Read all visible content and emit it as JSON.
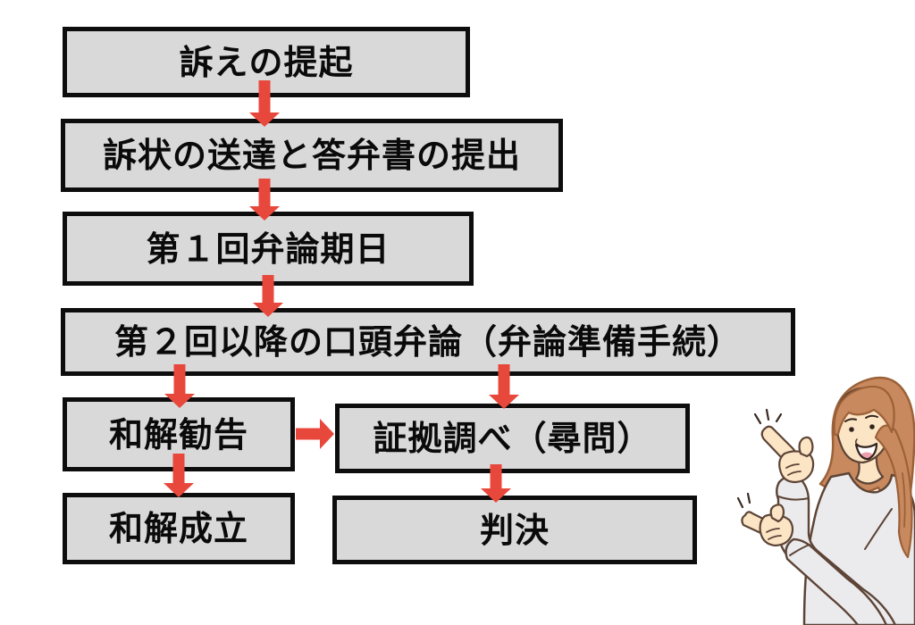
{
  "flowchart": {
    "boxes": [
      {
        "id": "filing",
        "label": "訴えの提起"
      },
      {
        "id": "service-and-answer",
        "label": "訴状の送達と答弁書の提出"
      },
      {
        "id": "first-hearing",
        "label": "第１回弁論期日"
      },
      {
        "id": "later-oral-arguments",
        "label": "第２回以降の口頭弁論（弁論準備手続）"
      },
      {
        "id": "settlement-recommendation",
        "label": "和解勧告"
      },
      {
        "id": "evidence-examination",
        "label": "証拠調べ（尋問）"
      },
      {
        "id": "settlement-reached",
        "label": "和解成立"
      },
      {
        "id": "judgment",
        "label": "判決"
      }
    ],
    "edges": [
      {
        "from": 0,
        "to": 1,
        "direction": "down"
      },
      {
        "from": 1,
        "to": 2,
        "direction": "down"
      },
      {
        "from": 2,
        "to": 3,
        "direction": "down"
      },
      {
        "from": 3,
        "to": 4,
        "direction": "down"
      },
      {
        "from": 3,
        "to": 5,
        "direction": "down"
      },
      {
        "from": 4,
        "to": 5,
        "direction": "right"
      },
      {
        "from": 4,
        "to": 6,
        "direction": "down"
      },
      {
        "from": 5,
        "to": 7,
        "direction": "down"
      }
    ]
  },
  "illustration": {
    "name": "pointing-woman"
  },
  "colors": {
    "box_fill": "#d9d9d9",
    "box_border": "#0d0d0d",
    "arrow_red": "#e8483c",
    "text": "#0a0a0a",
    "background": "#ffffff",
    "skin": "#fce5c5",
    "hair": "#c8895e",
    "hair_outline": "#9c6138",
    "outline": "#5d4436",
    "sweater": "#ebebee",
    "tongue": "#ee9fae"
  }
}
